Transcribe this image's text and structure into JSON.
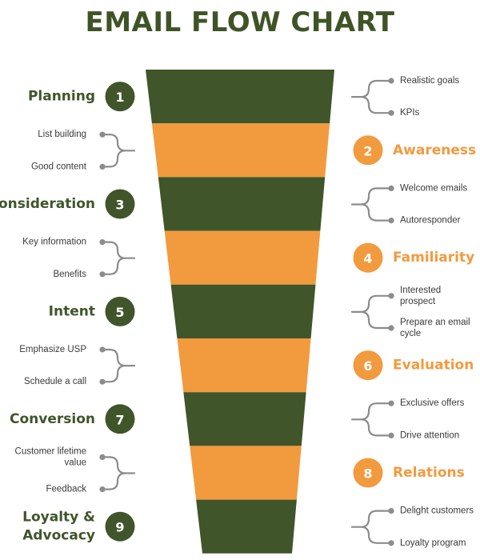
{
  "title": "EMAIL FLOW CHART",
  "colors": {
    "green": "#40552a",
    "orange": "#f29a3e",
    "connector": "#8c8c8c",
    "text": "#3a3a3a"
  },
  "stages": [
    {
      "number": "1",
      "label": [
        "Planning"
      ],
      "side": "left",
      "color": "green",
      "items": [
        [
          "Realistic goals"
        ],
        [
          "KPIs"
        ]
      ]
    },
    {
      "number": "2",
      "label": [
        "Awareness"
      ],
      "side": "right",
      "color": "orange",
      "items": [
        [
          "List building"
        ],
        [
          "Good content"
        ]
      ]
    },
    {
      "number": "3",
      "label": [
        "Consideration"
      ],
      "side": "left",
      "color": "green",
      "items": [
        [
          "Welcome emails"
        ],
        [
          "Autoresponder"
        ]
      ]
    },
    {
      "number": "4",
      "label": [
        "Familiarity"
      ],
      "side": "right",
      "color": "orange",
      "items": [
        [
          "Key information"
        ],
        [
          "Benefits"
        ]
      ]
    },
    {
      "number": "5",
      "label": [
        "Intent"
      ],
      "side": "left",
      "color": "green",
      "items": [
        [
          "Interested",
          "prospect"
        ],
        [
          "Prepare an email",
          "cycle"
        ]
      ]
    },
    {
      "number": "6",
      "label": [
        "Evaluation"
      ],
      "side": "right",
      "color": "orange",
      "items": [
        [
          "Emphasize USP"
        ],
        [
          "Schedule a call"
        ]
      ]
    },
    {
      "number": "7",
      "label": [
        "Conversion"
      ],
      "side": "left",
      "color": "green",
      "items": [
        [
          "Exclusive offers"
        ],
        [
          "Drive attention"
        ]
      ]
    },
    {
      "number": "8",
      "label": [
        "Relations"
      ],
      "side": "right",
      "color": "orange",
      "items": [
        [
          "Customer lifetime",
          "value"
        ],
        [
          "Feedback"
        ]
      ]
    },
    {
      "number": "9",
      "label": [
        "Loyalty &",
        "Advocacy"
      ],
      "side": "left",
      "color": "green",
      "items": [
        [
          "Delight customers"
        ],
        [
          "Loyalty program"
        ]
      ]
    }
  ]
}
